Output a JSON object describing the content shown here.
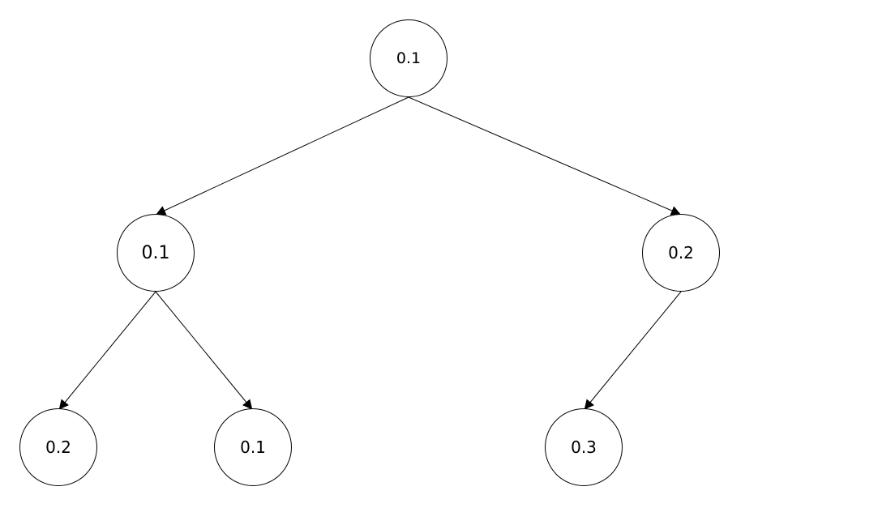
{
  "tree": {
    "root": {
      "value": "0.1"
    },
    "left": {
      "value": "0.1"
    },
    "right": {
      "value": "0.2"
    },
    "left_left": {
      "value": "0.2"
    },
    "left_right": {
      "value": "0.1"
    },
    "right_left": {
      "value": "0.3"
    }
  },
  "edges": [
    {
      "from": "root",
      "to": "left"
    },
    {
      "from": "root",
      "to": "right"
    },
    {
      "from": "left",
      "to": "left_left"
    },
    {
      "from": "left",
      "to": "left_right"
    },
    {
      "from": "right",
      "to": "right_left"
    }
  ],
  "colors": {
    "stroke": "#000000",
    "fill": "#ffffff",
    "text": "#000000"
  }
}
